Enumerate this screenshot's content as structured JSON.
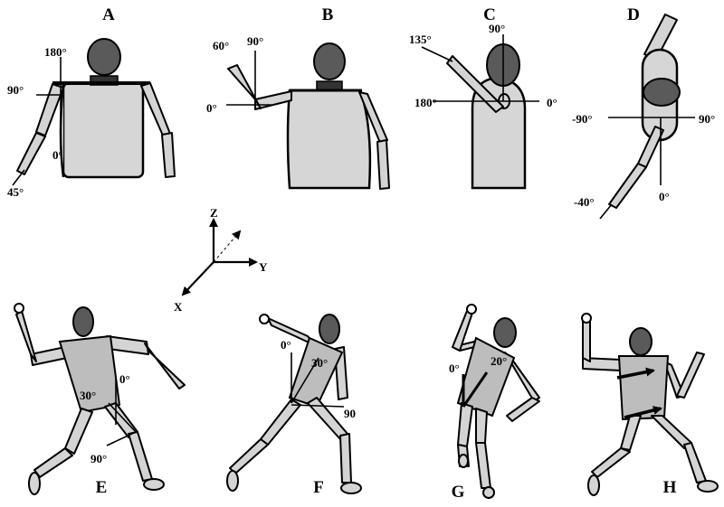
{
  "panels": {
    "A": "A",
    "B": "B",
    "C": "C",
    "D": "D",
    "E": "E",
    "F": "F",
    "G": "G",
    "H": "H"
  },
  "angles": {
    "a_180": "180°",
    "a_90": "90°",
    "a_0": "0°",
    "a_45": "45°",
    "b_60": "60°",
    "b_90": "90°",
    "b_0": "0°",
    "c_135": "135°",
    "c_90": "90°",
    "c_180": "180°",
    "c_0": "0°",
    "d_m90": "-90°",
    "d_90": "90°",
    "d_0": "0°",
    "d_m40": "-40°",
    "e_0": "0°",
    "e_30": "30°",
    "e_90": "90°",
    "f_0": "0°",
    "f_30": "30°",
    "f_90": "90",
    "g_0": "0°",
    "g_20": "20°"
  },
  "axes": {
    "z": "Z",
    "y": "Y",
    "x": "X"
  },
  "colors": {
    "body": "#d4d4d4",
    "head": "#5a5a5a",
    "ink": "#000000"
  }
}
